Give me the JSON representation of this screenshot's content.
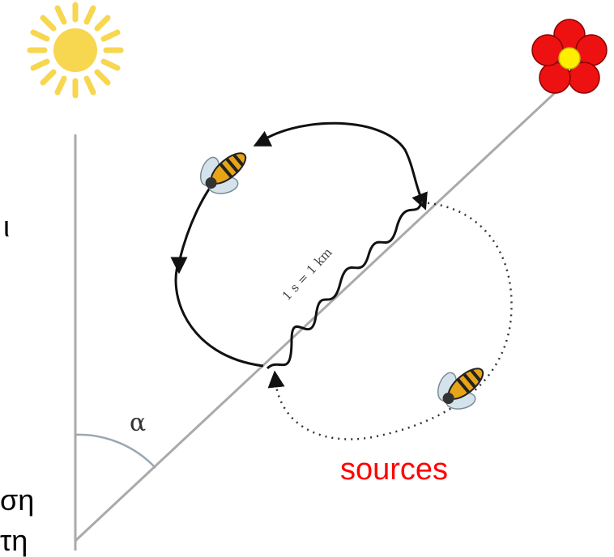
{
  "diagram": {
    "angle_label": "α",
    "scale_label": "1 s = 1 km",
    "caption": "sources",
    "caption_color": "#ff0000",
    "sun_color": "#f7d650",
    "flower_petal_color": "#ee1111",
    "flower_center_color": "#ffee00",
    "line_color": "#aaaaaa",
    "path_color": "#111111"
  },
  "side_text": {
    "fragment_top": "ι",
    "fragment_bottom_1": "ση",
    "fragment_bottom_2": "τη"
  },
  "icons": [
    "sun-icon",
    "flower-icon",
    "bee-icon"
  ]
}
